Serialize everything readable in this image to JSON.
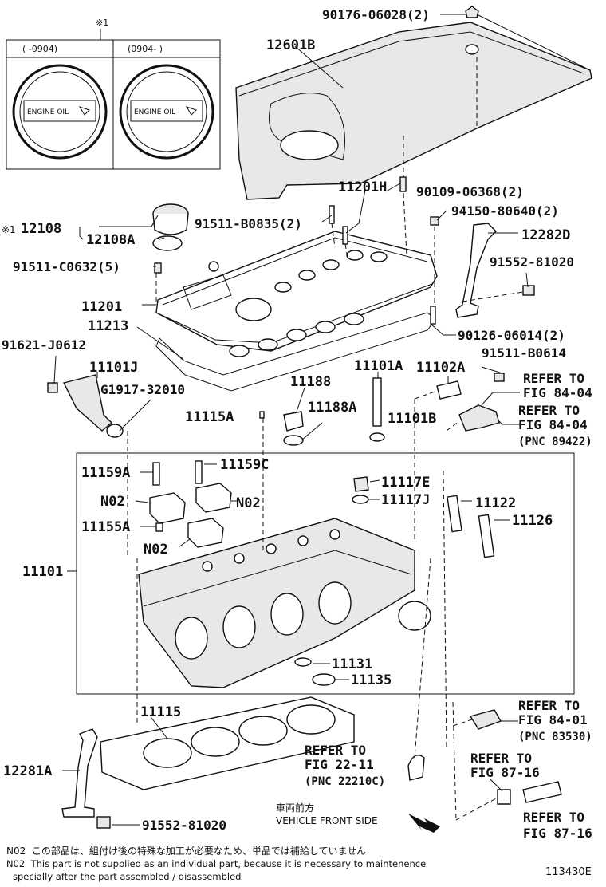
{
  "inset": {
    "marker": "※1",
    "left_header": "(    -0904)",
    "right_header": "(0904-      )",
    "cap_text": "ENGINE OIL"
  },
  "labels": {
    "l_90176": "90176-06028(2)",
    "l_12601B": "12601B",
    "l_11201H": "11201H",
    "l_90109": "90109-06368(2)",
    "l_12108": "12108",
    "l_12108_mark": "※1",
    "l_91511_B0835": "91511-B0835(2)",
    "l_94150": "94150-80640(2)",
    "l_12108A": "12108A",
    "l_12282D": "12282D",
    "l_91511_C0632": "91511-C0632(5)",
    "l_91552_top": "91552-81020",
    "l_11201": "11201",
    "l_11213": "11213",
    "l_90126": "90126-06014(2)",
    "l_91621": "91621-J0612",
    "l_91511_B0614": "91511-B0614",
    "l_11101J": "11101J",
    "l_G1917": "G1917-32010",
    "l_11188": "11188",
    "l_11101A": "11101A",
    "l_11102A": "11102A",
    "l_11115A": "11115A",
    "l_11188A": "11188A",
    "l_11101B": "11101B",
    "l_11159A": "11159A",
    "l_11159C": "11159C",
    "l_11117E": "11117E",
    "l_N02_1": "N02",
    "l_N02_2": "N02",
    "l_11117J": "11117J",
    "l_11122": "11122",
    "l_11126": "11126",
    "l_11155A": "11155A",
    "l_N02_3": "N02",
    "l_11101": "11101",
    "l_11131": "11131",
    "l_11135": "11135",
    "l_11115": "11115",
    "l_12281A": "12281A",
    "l_91552_bot": "91552-81020"
  },
  "refs": {
    "r1_a": "REFER TO",
    "r1_b": "FIG 84-04",
    "r2_a": "REFER TO",
    "r2_b": "FIG 84-04",
    "r2_c": "(PNC 89422)",
    "r3_a": "REFER TO",
    "r3_b": "FIG 84-01",
    "r3_c": "(PNC 83530)",
    "r4_a": "REFER TO",
    "r4_b": "FIG 22-11",
    "r4_c": "(PNC 22210C)",
    "r5_a": "REFER TO",
    "r5_b": "FIG 87-16",
    "r6_a": "REFER TO",
    "r6_b": "FIG 87-16"
  },
  "front": {
    "jp": "車両前方",
    "en": "VEHICLE FRONT SIDE"
  },
  "notes": {
    "n1_code": "N02",
    "n1_text": "この部品は、組付け後の特殊な加工が必要なため、単品では補給していません",
    "n2_code": "N02",
    "n2_text": "This part is not supplied as an individual part, because it is necessary to maintenence",
    "n3_text": "specially after the part assembled / disassembled",
    "fig_number": "113430E"
  }
}
